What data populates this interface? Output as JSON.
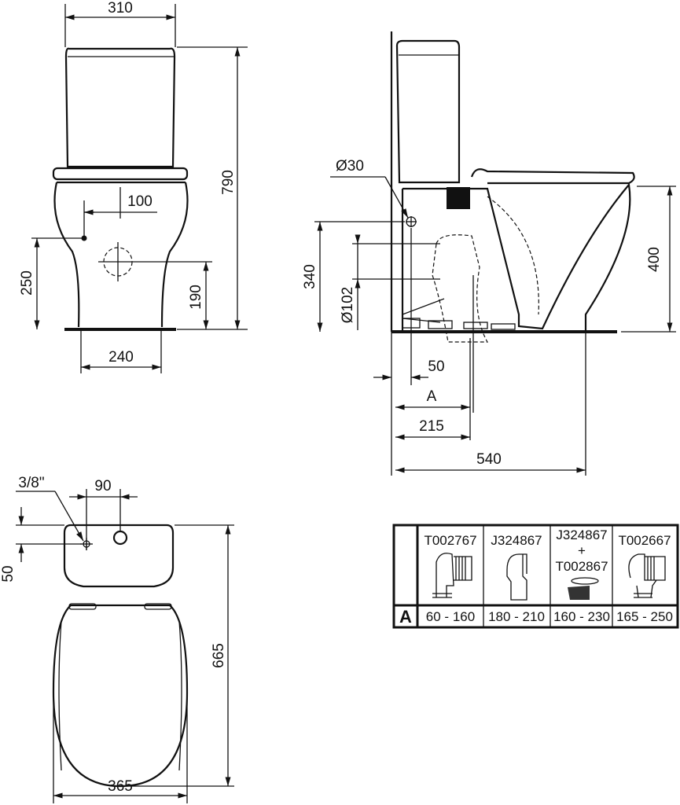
{
  "front_view": {
    "width_tank": "310",
    "height_total": "790",
    "inlet_offset": "100",
    "inlet_height": "250",
    "outlet_height": "190",
    "base_width": "240"
  },
  "side_view": {
    "inlet_diameter": "Ø30",
    "inlet_height": "340",
    "outlet_diameter": "Ø102",
    "bowl_height": "400",
    "wall_offset": "50",
    "connector_distance": "A",
    "outlet_distance": "215",
    "depth_total": "540"
  },
  "top_view": {
    "thread_size": "3/8\"",
    "hole_spacing": "90",
    "hole_offset": "50",
    "length_total": "665",
    "width_seat": "365"
  },
  "connector_table": {
    "row_label": "A",
    "columns": [
      {
        "code": "T002767",
        "range": "60 - 160"
      },
      {
        "code": "J324867",
        "range": "180 - 210"
      },
      {
        "code": "J324867",
        "plus": "+",
        "code2": "T002867",
        "range": "160 - 230"
      },
      {
        "code": "T002667",
        "range": "165 - 250"
      }
    ]
  }
}
